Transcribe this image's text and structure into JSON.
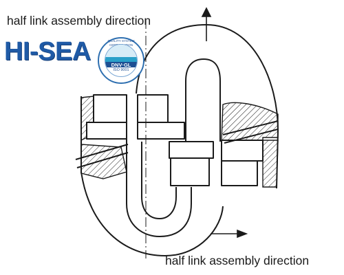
{
  "labels": {
    "top": "half link assembly direction",
    "bottom": "half link assembly direction"
  },
  "logo": {
    "brand": "HI-SEA",
    "badge_top": "QUALITY SYSTEM CERTIFICATION",
    "badge_mark": "DNV·GL",
    "badge_standard": "ISO 9001"
  },
  "colors": {
    "line": "#1a1a1a",
    "brand_blue": "#1f5aa6"
  }
}
